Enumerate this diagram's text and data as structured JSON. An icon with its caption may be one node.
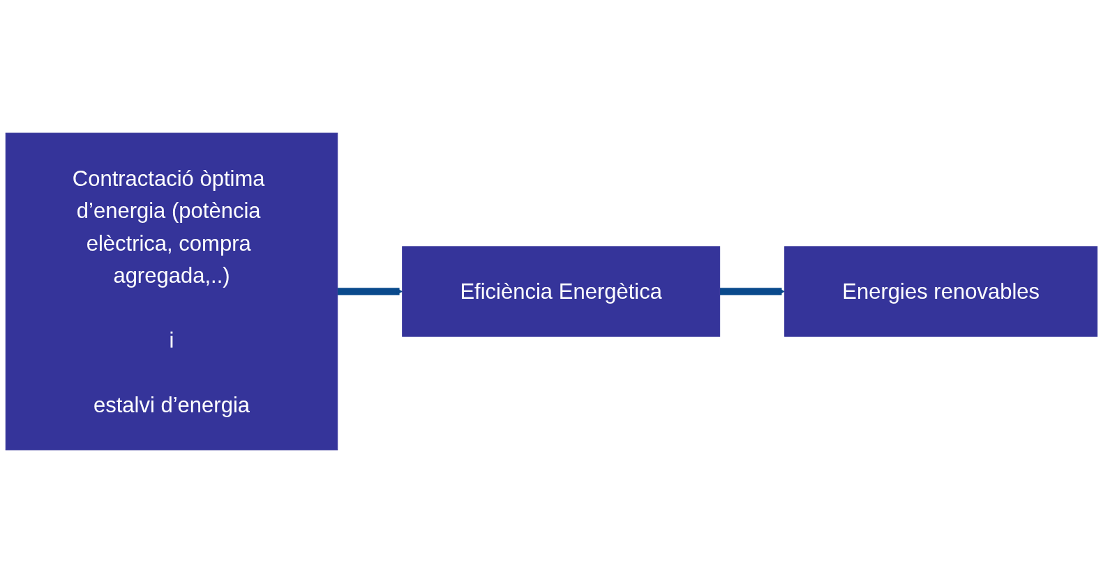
{
  "diagram": {
    "nodes": [
      {
        "text": [
          "Contractació òptima d’energia (potència elèctrica, compra agregada,..)",
          "i",
          "estalvi d’energia"
        ]
      },
      {
        "text": [
          "Eficiència Energètica"
        ]
      },
      {
        "text": [
          "Energies renovables"
        ]
      }
    ],
    "edges": [
      {
        "from": 0,
        "to": 1,
        "arrow": "to"
      },
      {
        "from": 1,
        "to": 2,
        "arrow": "to"
      }
    ]
  }
}
